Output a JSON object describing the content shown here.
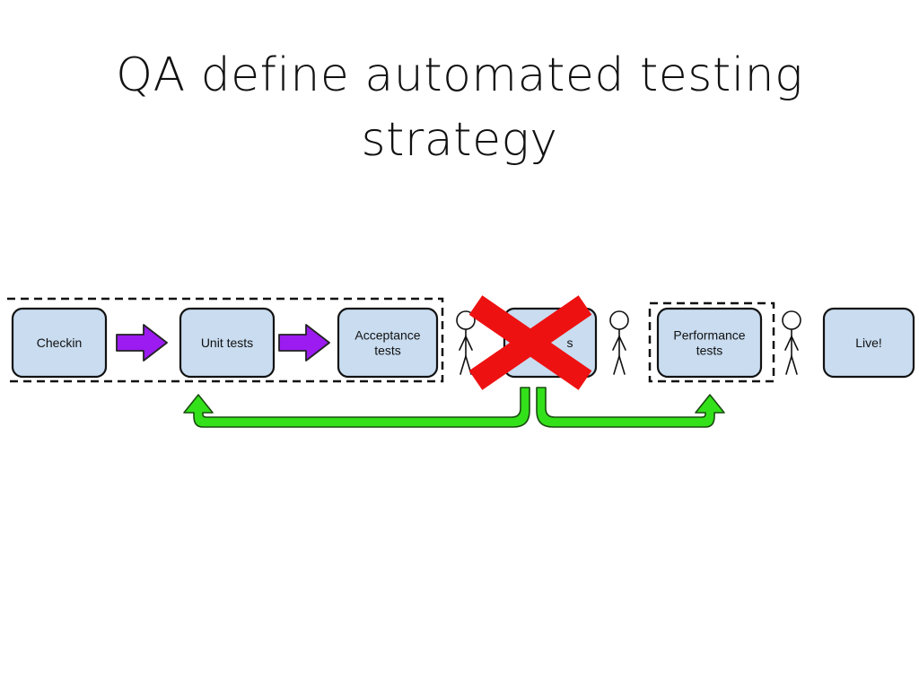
{
  "slide": {
    "title_line1": "QA define automated testing",
    "title_line2": "strategy"
  },
  "pipeline": {
    "stages": [
      {
        "label_lines": [
          "Checkin"
        ],
        "color": "#c9dcf0"
      },
      {
        "label_lines": [
          "Unit tests"
        ],
        "color": "#c9dcf0"
      },
      {
        "label_lines": [
          "Acceptance",
          "tests"
        ],
        "color": "#c9dcf0"
      },
      {
        "label_lines": [
          "s"
        ],
        "color": "#c9dcf0",
        "crossed_out": true
      },
      {
        "label_lines": [
          "Performance",
          "tests"
        ],
        "color": "#c9dcf0"
      },
      {
        "label_lines": [
          "Live!"
        ],
        "color": "#c9dcf0"
      }
    ],
    "stage_arrow_color": "#9b1bf0",
    "feedback_arrow_color": "#33e11a",
    "cross_color": "#ee1111",
    "stick_figures": 3,
    "icons": [
      "stick-figure-icon",
      "cross-icon",
      "right-arrow-icon",
      "curved-arrow-icon"
    ]
  }
}
